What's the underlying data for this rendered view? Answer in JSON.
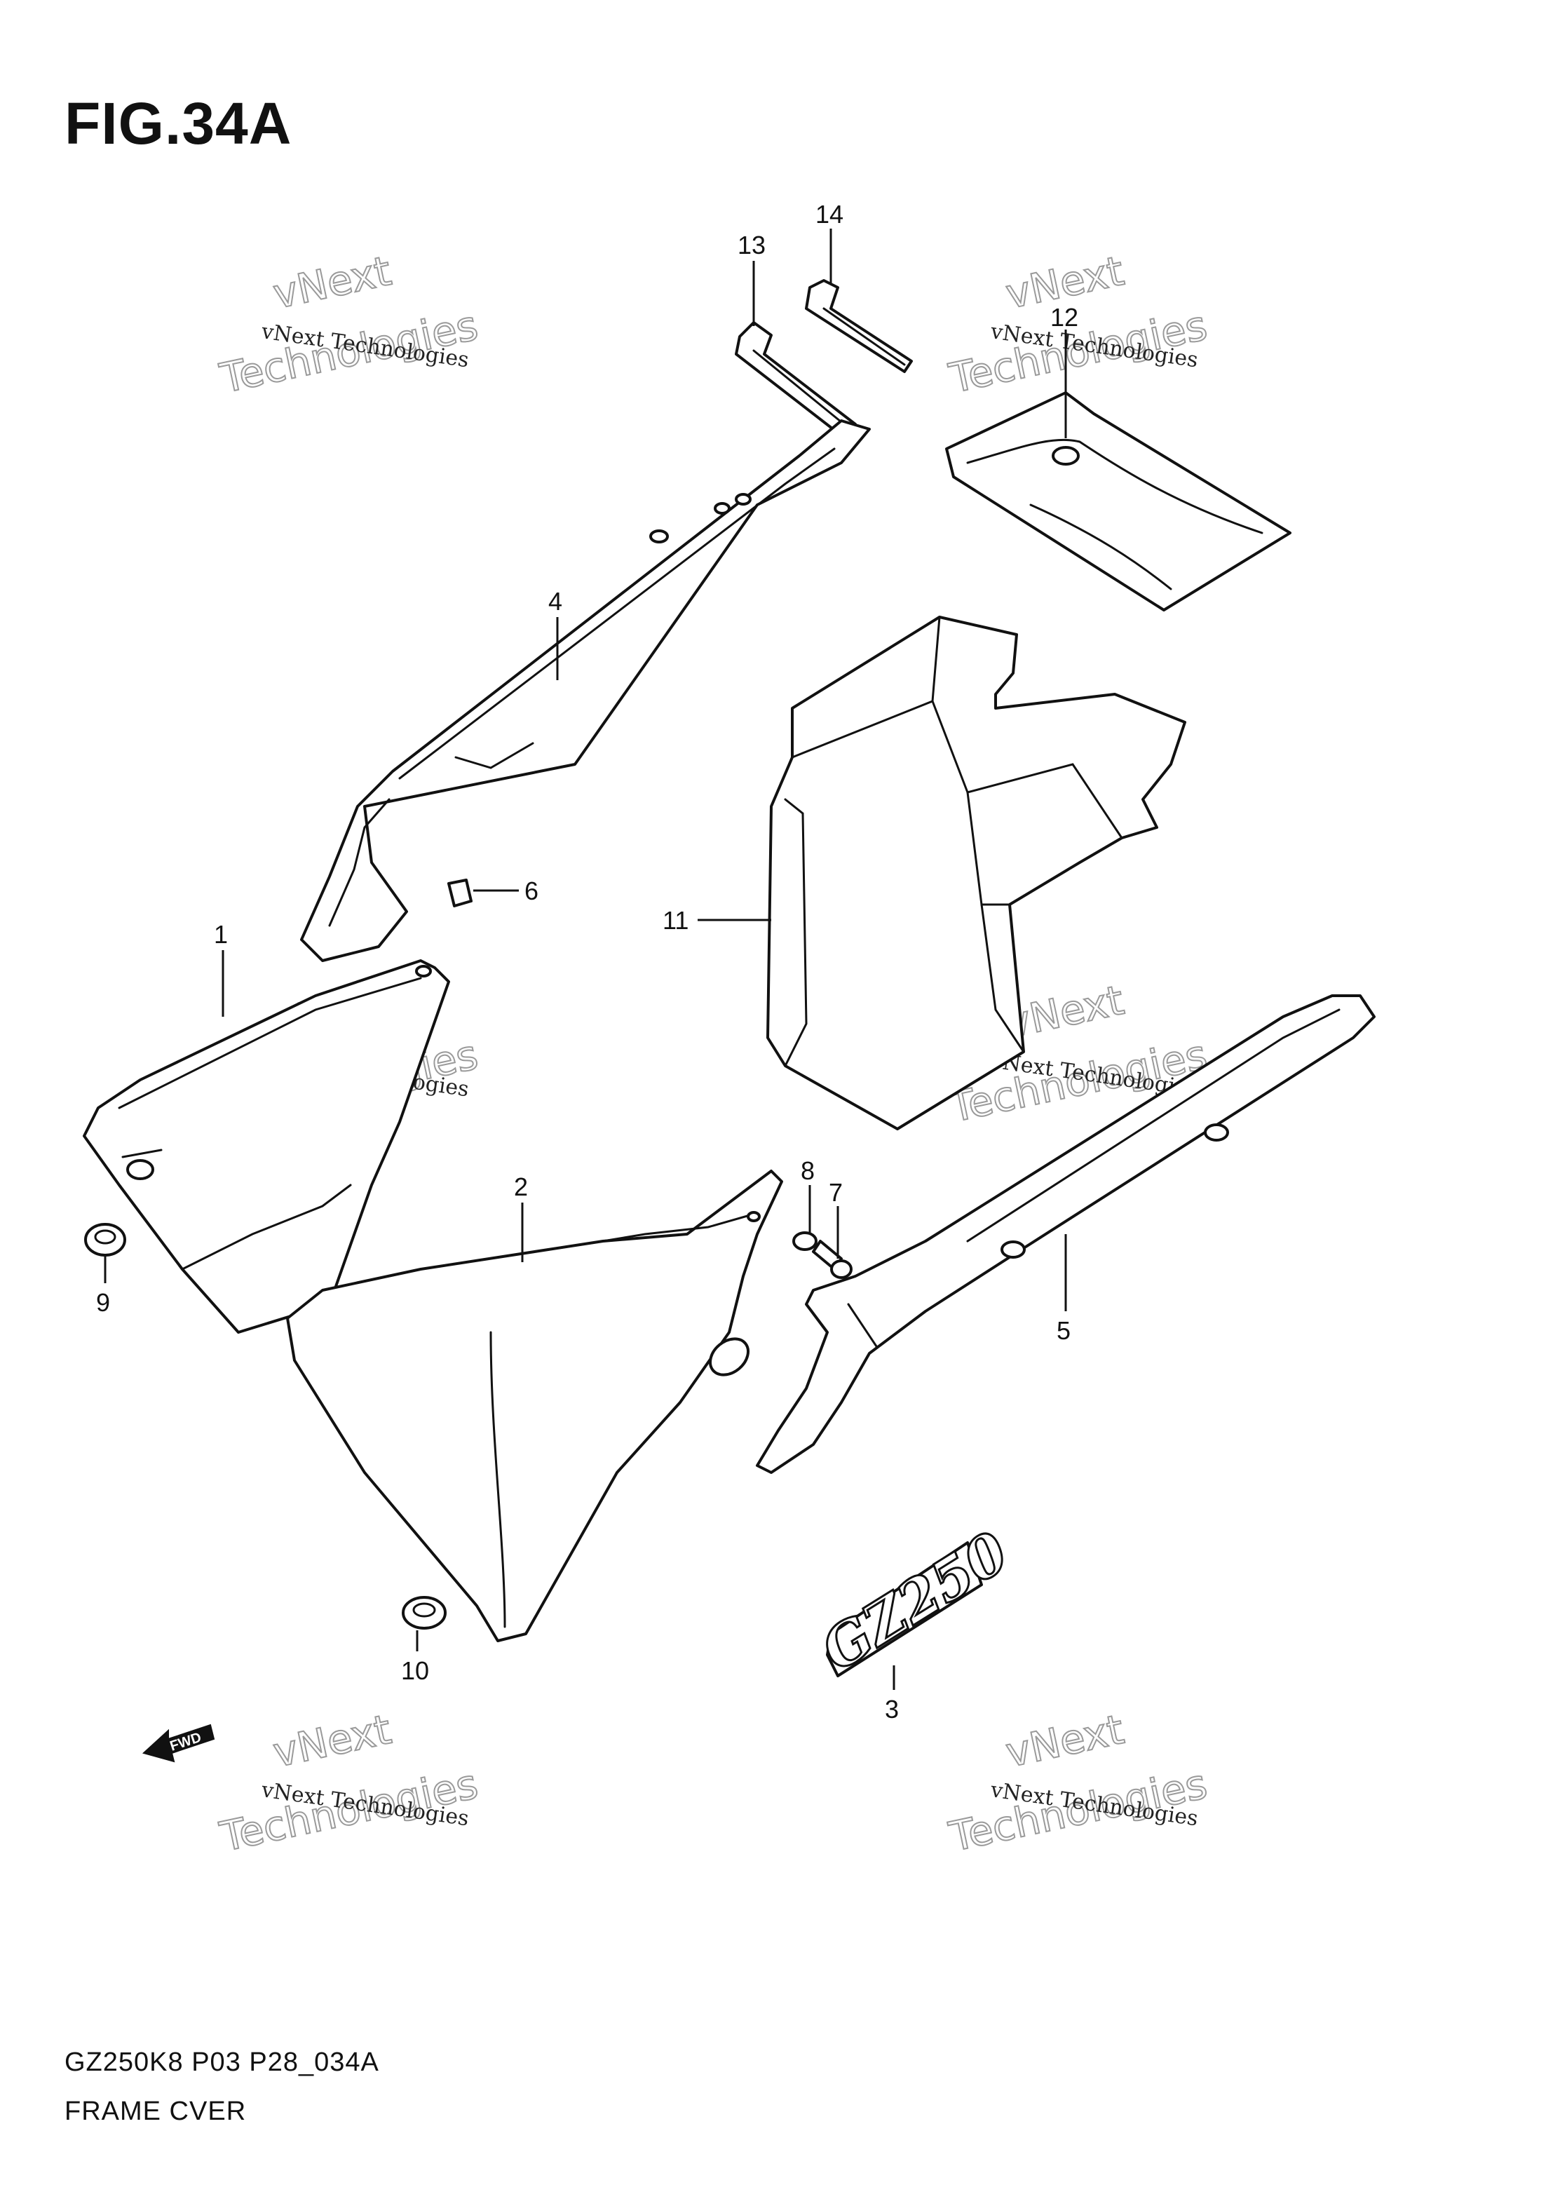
{
  "figure": {
    "title": "FIG.34A",
    "footer_code": "GZ250K8 P03 P28_034A",
    "footer_name": "FRAME CVER"
  },
  "watermark": {
    "line_small": "vNext Technologies",
    "line_big_1": "vNext",
    "line_big_2": "Technologies"
  },
  "callouts": [
    "1",
    "2",
    "3",
    "4",
    "5",
    "6",
    "7",
    "8",
    "9",
    "10",
    "11",
    "12",
    "13",
    "14"
  ],
  "badge": {
    "text": "GZ250"
  },
  "fwd": {
    "text": "FWD"
  }
}
